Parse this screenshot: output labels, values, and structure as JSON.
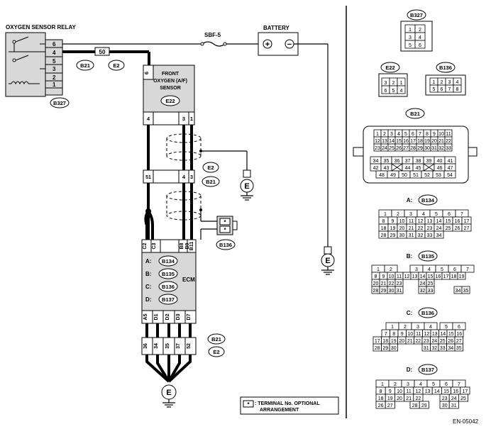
{
  "relay": {
    "title": "OXYGEN SENSOR RELAY",
    "pins": [
      "6",
      "4",
      "5",
      "3",
      "2",
      "1"
    ],
    "tag": "B327"
  },
  "battery": {
    "title": "BATTERY",
    "plus": "+",
    "minus": "−"
  },
  "fuse": {
    "label": "SBF-5"
  },
  "junction": {
    "tag1": "B21",
    "pin": "50",
    "tag2": "E2"
  },
  "sensor": {
    "pin_top": "6",
    "line1": "FRONT",
    "line2": "OXYGEN (A/F)",
    "line3": "SENSOR",
    "tag": "E22",
    "pins_bottom": [
      "4",
      "3",
      "1"
    ]
  },
  "mid_connector": {
    "pins": [
      "51",
      "4",
      "3"
    ],
    "tag1": "E2",
    "tag2": "B21",
    "ground": "E"
  },
  "optional_conn": {
    "pin1": "*",
    "pin2": "*",
    "tag": "B136"
  },
  "ecm": {
    "pins_top": [
      "C2",
      "C3",
      "B8",
      "B9",
      "B11"
    ],
    "labels": [
      "A:",
      "B:",
      "C:",
      "D:"
    ],
    "tags": [
      "B134",
      "B135",
      "B136",
      "B137"
    ],
    "name": "ECM",
    "pins_bottom": [
      "A5",
      "D1",
      "D2",
      "D3",
      "D7"
    ]
  },
  "bottom_connector": {
    "pins": [
      "36",
      "34",
      "35",
      "37",
      "52"
    ],
    "tag1": "B21",
    "tag2": "E2",
    "ground": "E"
  },
  "right_ground": "E",
  "legend": {
    "symbol": "*",
    "line1": ": TERMINAL No. OPTIONAL",
    "line2": "ARRANGEMENT"
  },
  "ref_code": "EN-05042",
  "pinouts": {
    "b327": {
      "tag": "B327",
      "rows": [
        [
          "1",
          "2"
        ],
        [
          "3",
          "4"
        ],
        [
          "5",
          "6"
        ]
      ]
    },
    "e22": {
      "tag": "E22",
      "rows": [
        [
          "3",
          "2",
          "1"
        ],
        [
          "6",
          "5",
          "4"
        ]
      ]
    },
    "b136s": {
      "tag": "B136",
      "rows": [
        [
          "1",
          "2",
          "3",
          "4"
        ],
        [
          "5",
          "6",
          "7",
          "8"
        ]
      ]
    },
    "b21": {
      "tag": "B21",
      "rows": [
        [
          "1",
          "2",
          "3",
          "4",
          "5",
          "6",
          "7",
          "8",
          "9",
          "10",
          "11"
        ],
        [
          "12",
          "13",
          "14",
          "15",
          "16",
          "17",
          "18",
          "19",
          "20",
          "21",
          "22"
        ],
        [
          "23",
          "24",
          "25",
          "26",
          "27",
          "28",
          "29",
          "30",
          "31",
          "32",
          "33"
        ],
        [
          "34",
          "35",
          "36",
          "37",
          "38",
          "39",
          "40",
          "41"
        ],
        [
          "42",
          "43",
          "",
          "44",
          "45",
          "",
          "46",
          "47"
        ],
        [
          "48",
          "49",
          "50",
          "51",
          "52",
          "53",
          "54"
        ]
      ]
    },
    "a_b134": {
      "prefix": "A:",
      "tag": "B134",
      "rows": [
        [
          "1",
          "2",
          "3",
          "4",
          "5",
          "6",
          "7"
        ],
        [
          "8",
          "9",
          "10",
          "11",
          "12",
          "13",
          "14",
          "15",
          "16",
          "17"
        ],
        [
          "18",
          "19",
          "20",
          "21",
          "22",
          "23",
          "24",
          "25",
          "26",
          "27"
        ],
        [
          "28",
          "29",
          "30",
          "31",
          "32",
          "33",
          "34"
        ]
      ]
    },
    "b_b135": {
      "prefix": "B:",
      "tag": "B135",
      "rows": [
        [
          "1",
          "2",
          "3",
          "4",
          "5",
          "6",
          "7"
        ],
        [
          "8",
          "9",
          "10",
          "11",
          "12",
          "13",
          "14",
          "15",
          "16",
          "17",
          "18",
          "19"
        ],
        [
          "20",
          "21",
          "22",
          "23",
          "24",
          "25"
        ],
        [
          "28",
          "29",
          "30",
          "31",
          "32",
          "33",
          "34",
          "35"
        ]
      ]
    },
    "c_b136": {
      "prefix": "C:",
      "tag": "B136",
      "rows": [
        [
          "1",
          "2",
          "3",
          "4",
          "5",
          "6"
        ],
        [
          "7",
          "8",
          "9",
          "10",
          "11",
          "12",
          "13",
          "14",
          "15",
          "16"
        ],
        [
          "17",
          "18",
          "19",
          "20",
          "21",
          "22",
          "23",
          "24",
          "25",
          "26",
          "27"
        ],
        [
          "28",
          "29",
          "30",
          "31",
          "32",
          "33",
          "34",
          "35"
        ]
      ]
    },
    "d_b137": {
      "prefix": "D:",
      "tag": "B137",
      "rows": [
        [
          "1",
          "2",
          "3",
          "4",
          "5",
          "6",
          "7"
        ],
        [
          "8",
          "9",
          "10",
          "11",
          "12",
          "13",
          "14",
          "15",
          "16",
          "17"
        ],
        [
          "18",
          "19",
          "20",
          "21",
          "22",
          "23",
          "24",
          "25"
        ],
        [
          "26",
          "27",
          "28",
          "29",
          "30",
          "31"
        ]
      ]
    }
  }
}
